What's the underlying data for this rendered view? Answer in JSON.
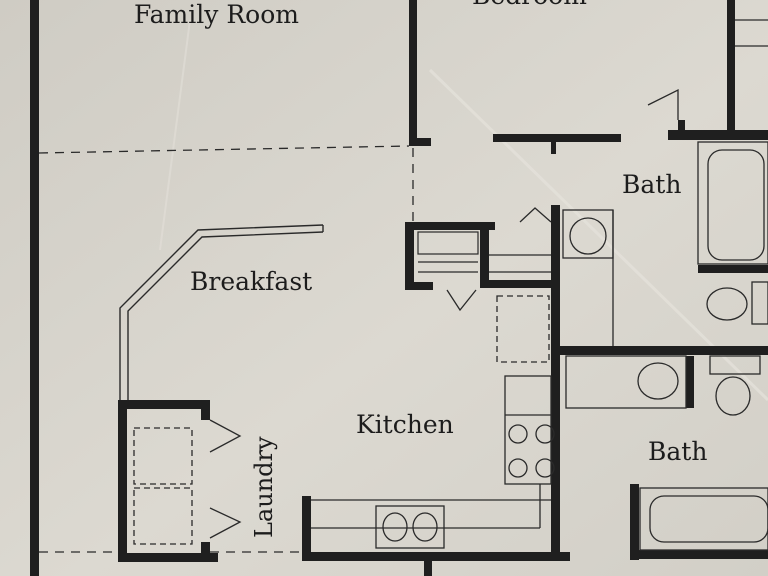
{
  "plan": {
    "rooms": {
      "family_room": "Family Room",
      "bedroom": "Bedroom",
      "bath_upper": "Bath",
      "breakfast": "Breakfast",
      "kitchen": "Kitchen",
      "laundry": "Laundry",
      "bath_lower": "Bath"
    }
  },
  "colors": {
    "paper": "#d6d3cb",
    "wall": "#1f1f1f",
    "line": "#2a2a2a"
  }
}
